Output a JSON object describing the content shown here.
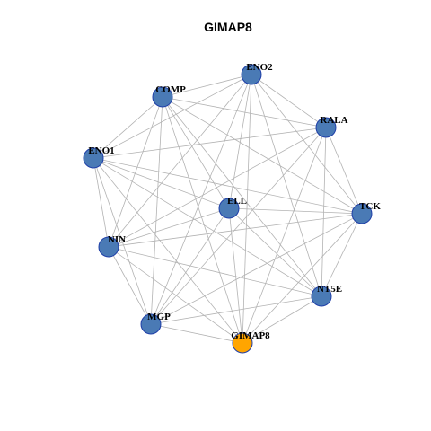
{
  "title": "GIMAP8",
  "colors": {
    "node_fill": "#4a7ab5",
    "focus_fill": "#ffa500",
    "node_stroke": "#1f3fa8",
    "edge": "#b3b3b3"
  },
  "graph": {
    "nodes": [
      {
        "id": "ENO2",
        "label": "ENO2",
        "focus": false
      },
      {
        "id": "COMP",
        "label": "COMP",
        "focus": false
      },
      {
        "id": "RALA",
        "label": "RALA",
        "focus": false
      },
      {
        "id": "ENO1",
        "label": "ENO1",
        "focus": false
      },
      {
        "id": "ELL",
        "label": "ELL",
        "focus": false
      },
      {
        "id": "TCK",
        "label": "TCK",
        "focus": false
      },
      {
        "id": "NIN",
        "label": "NIN",
        "focus": false
      },
      {
        "id": "NT5E",
        "label": "NT5E",
        "focus": false
      },
      {
        "id": "MGP",
        "label": "MGP",
        "focus": false
      },
      {
        "id": "GIMAP8",
        "label": "GIMAP8",
        "focus": true
      }
    ],
    "edges": [
      [
        "ENO2",
        "COMP"
      ],
      [
        "ENO2",
        "RALA"
      ],
      [
        "ENO2",
        "ENO1"
      ],
      [
        "ENO2",
        "ELL"
      ],
      [
        "ENO2",
        "TCK"
      ],
      [
        "ENO2",
        "NIN"
      ],
      [
        "ENO2",
        "NT5E"
      ],
      [
        "ENO2",
        "MGP"
      ],
      [
        "ENO2",
        "GIMAP8"
      ],
      [
        "COMP",
        "RALA"
      ],
      [
        "COMP",
        "ENO1"
      ],
      [
        "COMP",
        "ELL"
      ],
      [
        "COMP",
        "TCK"
      ],
      [
        "COMP",
        "NIN"
      ],
      [
        "COMP",
        "NT5E"
      ],
      [
        "COMP",
        "MGP"
      ],
      [
        "COMP",
        "GIMAP8"
      ],
      [
        "RALA",
        "ENO1"
      ],
      [
        "RALA",
        "TCK"
      ],
      [
        "RALA",
        "NIN"
      ],
      [
        "RALA",
        "NT5E"
      ],
      [
        "RALA",
        "MGP"
      ],
      [
        "RALA",
        "GIMAP8"
      ],
      [
        "ENO1",
        "ELL"
      ],
      [
        "ENO1",
        "TCK"
      ],
      [
        "ENO1",
        "NIN"
      ],
      [
        "ENO1",
        "NT5E"
      ],
      [
        "ENO1",
        "MGP"
      ],
      [
        "ENO1",
        "GIMAP8"
      ],
      [
        "ELL",
        "TCK"
      ],
      [
        "ELL",
        "NIN"
      ],
      [
        "ELL",
        "NT5E"
      ],
      [
        "ELL",
        "MGP"
      ],
      [
        "ELL",
        "GIMAP8"
      ],
      [
        "TCK",
        "NIN"
      ],
      [
        "TCK",
        "NT5E"
      ],
      [
        "TCK",
        "MGP"
      ],
      [
        "TCK",
        "GIMAP8"
      ],
      [
        "NIN",
        "NT5E"
      ],
      [
        "NIN",
        "MGP"
      ],
      [
        "NIN",
        "GIMAP8"
      ],
      [
        "NT5E",
        "MGP"
      ],
      [
        "NT5E",
        "GIMAP8"
      ],
      [
        "MGP",
        "GIMAP8"
      ]
    ]
  }
}
